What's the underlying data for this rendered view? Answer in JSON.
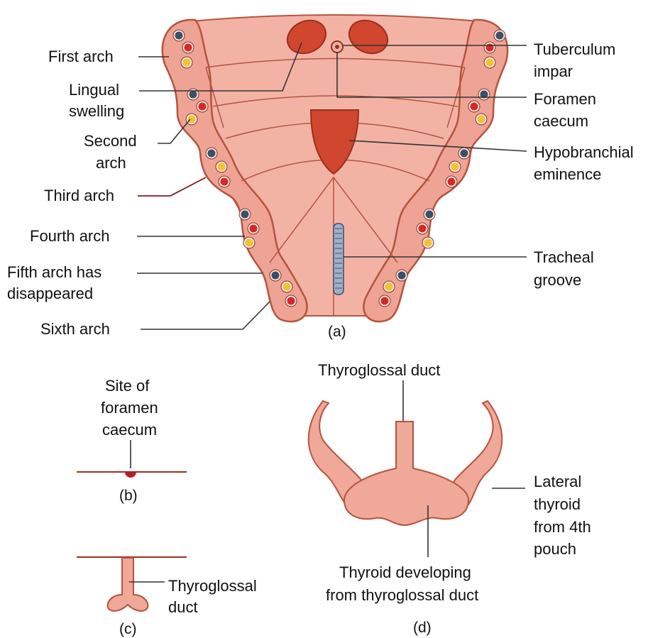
{
  "colors": {
    "tissue": "#efa394",
    "tissue_outline": "#b5533f",
    "swelling": "#d0462f",
    "artery_dot": "#3b4f66",
    "red_dot": "#d62828",
    "yellow_dot": "#f2c230"
  },
  "panel_a": {
    "caption": "(a)",
    "labels_left": {
      "first_arch": "First arch",
      "lingual_1": "Lingual",
      "lingual_2": "swelling",
      "second_1": "Second",
      "second_2": "arch",
      "third_arch": "Third arch",
      "fourth_arch": "Fourth arch",
      "fifth_1": "Fifth arch has",
      "fifth_2": "disappeared",
      "sixth_arch": "Sixth arch"
    },
    "labels_right": {
      "tuberculum_1": "Tuberculum",
      "tuberculum_2": "impar",
      "foramen_1": "Foramen",
      "foramen_2": "caecum",
      "hypobranchial_1": "Hypobranchial",
      "hypobranchial_2": "eminence",
      "tracheal_1": "Tracheal",
      "tracheal_2": "groove"
    }
  },
  "panel_b": {
    "caption": "(b)",
    "label_1": "Site of",
    "label_2": "foramen",
    "label_3": "caecum"
  },
  "panel_c": {
    "caption": "(c)",
    "label_1": "Thyroglossal",
    "label_2": "duct"
  },
  "panel_d": {
    "caption": "(d)",
    "duct_label": "Thyroglossal duct",
    "lateral_1": "Lateral",
    "lateral_2": "thyroid",
    "lateral_3": "from 4th",
    "lateral_4": "pouch",
    "developing_1": "Thyroid developing",
    "developing_2": "from thyroglossal duct"
  }
}
